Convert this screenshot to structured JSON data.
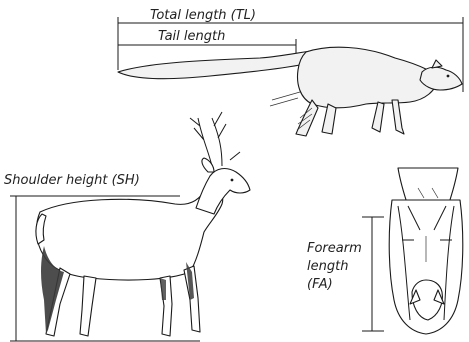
{
  "labels": {
    "total_length": "Total length (TL)",
    "tail_length": "Tail length",
    "shoulder_height": "Shoulder height (SH)",
    "forearm_line1": "Forearm",
    "forearm_line2": "length",
    "forearm_line3": "(FA)"
  }
}
